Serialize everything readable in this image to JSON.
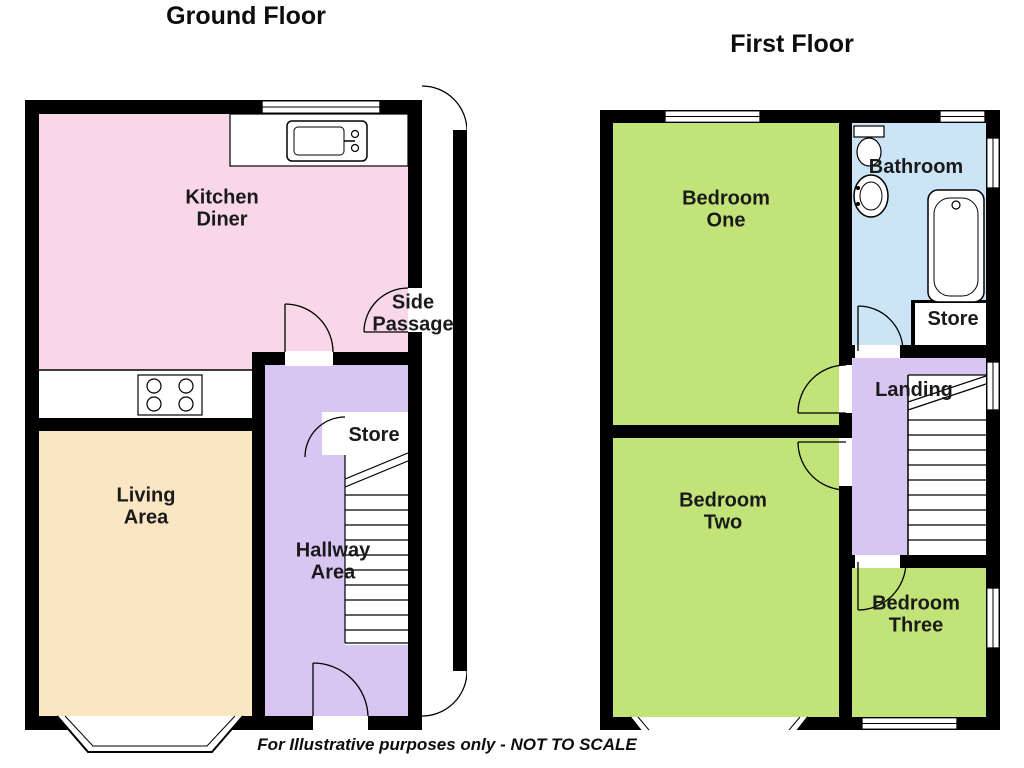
{
  "ground_floor": {
    "title": "Ground Floor",
    "rooms": [
      {
        "name": "kitchen-diner",
        "label": "Kitchen Diner"
      },
      {
        "name": "living-area",
        "label": "Living Area"
      },
      {
        "name": "hallway-area",
        "label": "Hallway Area"
      },
      {
        "name": "store",
        "label": "Store"
      },
      {
        "name": "side-passage",
        "label": "Side Passage"
      }
    ],
    "fixtures": [
      "kitchen-window",
      "kitchen-sink",
      "hob",
      "staircase",
      "bay-window",
      "front-door",
      "side-passage-gates"
    ]
  },
  "first_floor": {
    "title": "First Floor",
    "rooms": [
      {
        "name": "bedroom-one",
        "label": "Bedroom One"
      },
      {
        "name": "bedroom-two",
        "label": "Bedroom Two"
      },
      {
        "name": "bedroom-three",
        "label": "Bedroom Three"
      },
      {
        "name": "bathroom",
        "label": "Bathroom"
      },
      {
        "name": "landing",
        "label": "Landing"
      },
      {
        "name": "store",
        "label": "Store"
      }
    ],
    "fixtures": [
      "bath-tub",
      "wash-basin",
      "toilet",
      "staircase",
      "bay-window",
      "windows"
    ]
  },
  "footer": {
    "disclaimer": "For Illustrative purposes only - NOT TO SCALE"
  },
  "colors": {
    "wall": "#000000",
    "kitchen": "#f8d8e8",
    "living": "#fbe6c4",
    "hallway": "#d9c5f2",
    "landing": "#d9c5f2",
    "bedroom": "#c2e377",
    "bathroom": "#cbe5f7",
    "floor": "#ffffff",
    "text": "#1a1a1a"
  }
}
